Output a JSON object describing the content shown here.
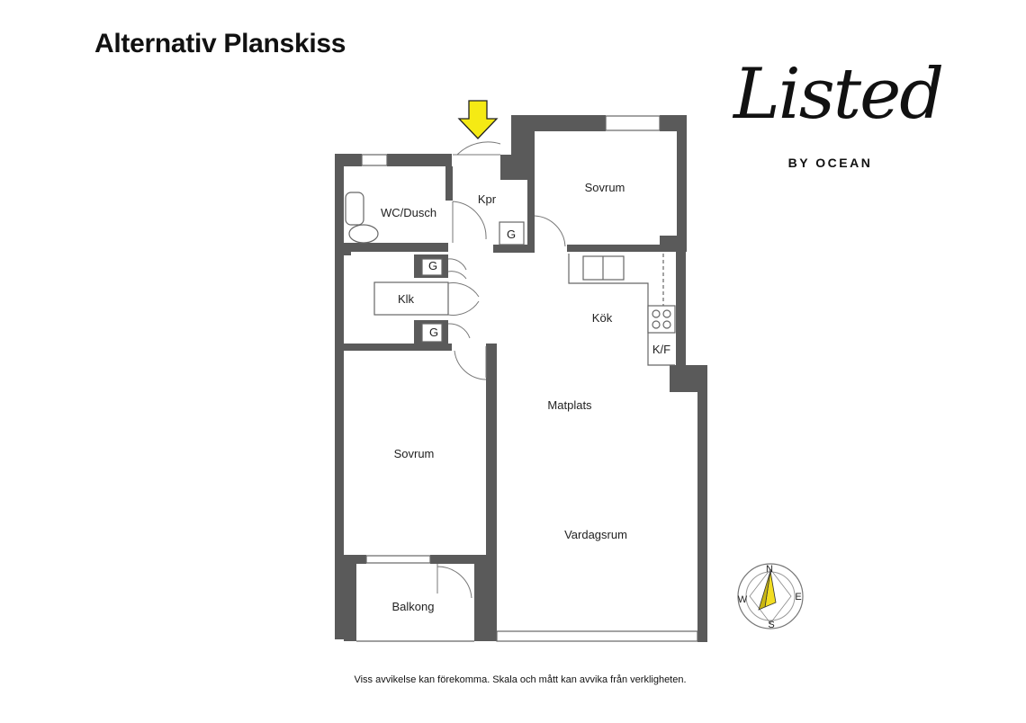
{
  "title": "Alternativ Planskiss",
  "logo": {
    "script": "Listed",
    "subtitle": "BY OCEAN"
  },
  "rooms": {
    "wc": "WC/Dusch",
    "kpr": "Kpr",
    "sovrum_top": "Sovrum",
    "g1": "G",
    "g2": "G",
    "g3": "G",
    "klk": "Klk",
    "kok": "Kök",
    "kf": "K/F",
    "matplats": "Matplats",
    "sovrum_left": "Sovrum",
    "vardagsrum": "Vardagsrum",
    "balkong": "Balkong"
  },
  "compass": {
    "n": "N",
    "e": "E",
    "s": "S",
    "w": "W"
  },
  "colors": {
    "wall": "#5a5a5a",
    "arrow": "#f5ea14",
    "compass_needle": "#f2dd22"
  },
  "footer": "Viss avvikelse kan förekomma. Skala och mått kan avvika från verkligheten."
}
